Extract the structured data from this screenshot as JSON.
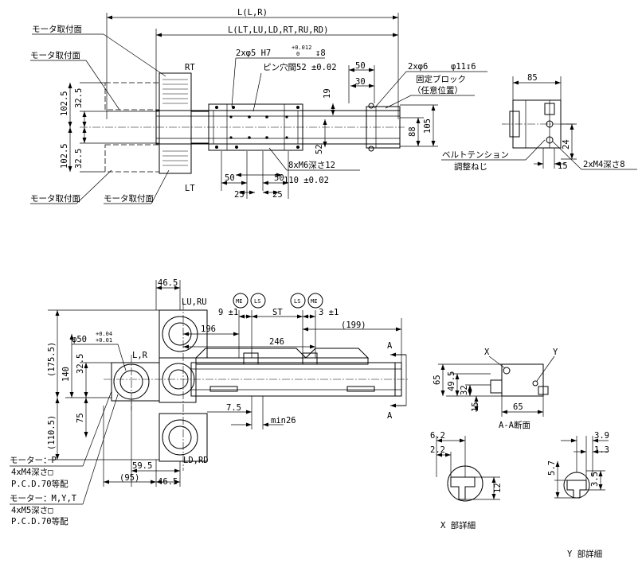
{
  "top_view": {
    "dim_l_lr": "L(L,R)",
    "dim_l_all": "L(LT,LU,LD,RT,RU,RD)",
    "label_rt": "RT",
    "label_lt": "LT",
    "motor_face_tl1": "モータ取付面",
    "motor_face_tl2": "モータ取付面",
    "motor_face_bl": "モータ取付面",
    "motor_face_br": "モータ取付面",
    "hole_main": "2xφ5 H7",
    "hole_tol_upper": "+0.012",
    "hole_tol_lower": "0",
    "hole_depth": "↧8",
    "pin_pitch": "ピン穴間52 ±0.02",
    "cbore": "2xφ6",
    "cbore2": "φ11↧6",
    "fixed_block_1": "固定ブロック",
    "fixed_block_2": "（任意位置）",
    "d50_top": "50",
    "d30_top": "30",
    "d19": "19",
    "d88": "88",
    "d105": "105",
    "d52": "52",
    "d1025_a": "102.5",
    "d325_a": "32.5",
    "d1025_b": "102.5",
    "d325_b": "32.5",
    "d50_l": "50",
    "d50_r": "50",
    "d25_l": "25",
    "d25_r": "25",
    "tap_m6": "8xM6深さ12",
    "d110": "110 ±0.02"
  },
  "side_view": {
    "d85": "85",
    "d24": "24",
    "d15": "15",
    "belt_1": "ベルトテンション",
    "belt_2": "調整ねじ",
    "tap_m4": "2xM4深さ8"
  },
  "front_view": {
    "d465_top": "46.5",
    "lu_ru": "LU,RU",
    "me": "ME",
    "ls": "LS",
    "d9": "9 ±1",
    "st": "ST",
    "d3": "3 ±1",
    "d199": "(199)",
    "d196": "196",
    "d246": "246",
    "phi50": "φ50",
    "phi50_tol_upper": "+0.04",
    "phi50_tol_lower": "+0.01",
    "l_r": "L,R",
    "d1755": "(175.5)",
    "d140": "140",
    "d325": "32.5",
    "d1105": "(110.5)",
    "d75": "75",
    "d75_l": "7.5",
    "min26": "min26",
    "ld_rd": "LD,RD",
    "d595": "59.5",
    "d95": "(95)",
    "d465_bot": "46.5",
    "section_a_top": "A",
    "section_a_bot": "A",
    "motor_p_1": "モーター：P",
    "motor_p_2": "4xM4深さ□",
    "motor_p_3": "P.C.D.70等配",
    "motor_myt_1": "モーター：M,Y,T",
    "motor_myt_2": "4xM5深さ□",
    "motor_myt_3": "P.C.D.70等配"
  },
  "section_view": {
    "x": "X",
    "y": "Y",
    "d65": "65",
    "d495": "49.5",
    "d32": "32",
    "d15": "15",
    "d65_w": "65",
    "title": "A-A断面"
  },
  "detail_x": {
    "d62": "6.2",
    "d22": "2.2",
    "d12": "12",
    "title": "X 部詳細"
  },
  "detail_y": {
    "d39": "3.9",
    "d13": "1.3",
    "d57": "5.7",
    "d35": "3.5",
    "title": "Y 部詳細"
  }
}
